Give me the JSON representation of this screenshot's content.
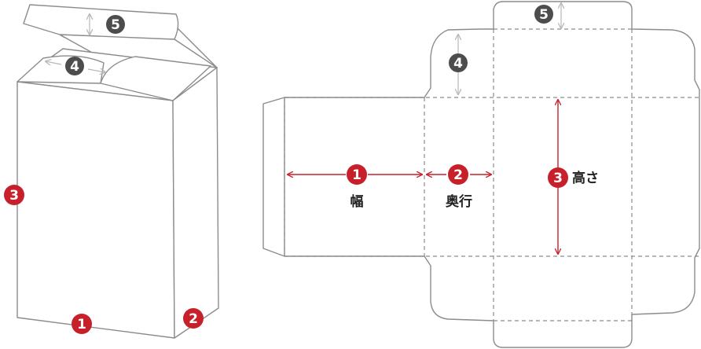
{
  "colors": {
    "accent_red": "#c8202a",
    "marker_dark": "#4d4d4d",
    "line_grey": "#8c8c8c",
    "arrow_grey": "#b8b8b8"
  },
  "markers": {
    "width": "1",
    "depth": "2",
    "height": "3",
    "tuck_flap": "4",
    "top_flap": "5"
  },
  "labels": {
    "width": "幅",
    "depth": "奥行",
    "height": "高さ"
  }
}
